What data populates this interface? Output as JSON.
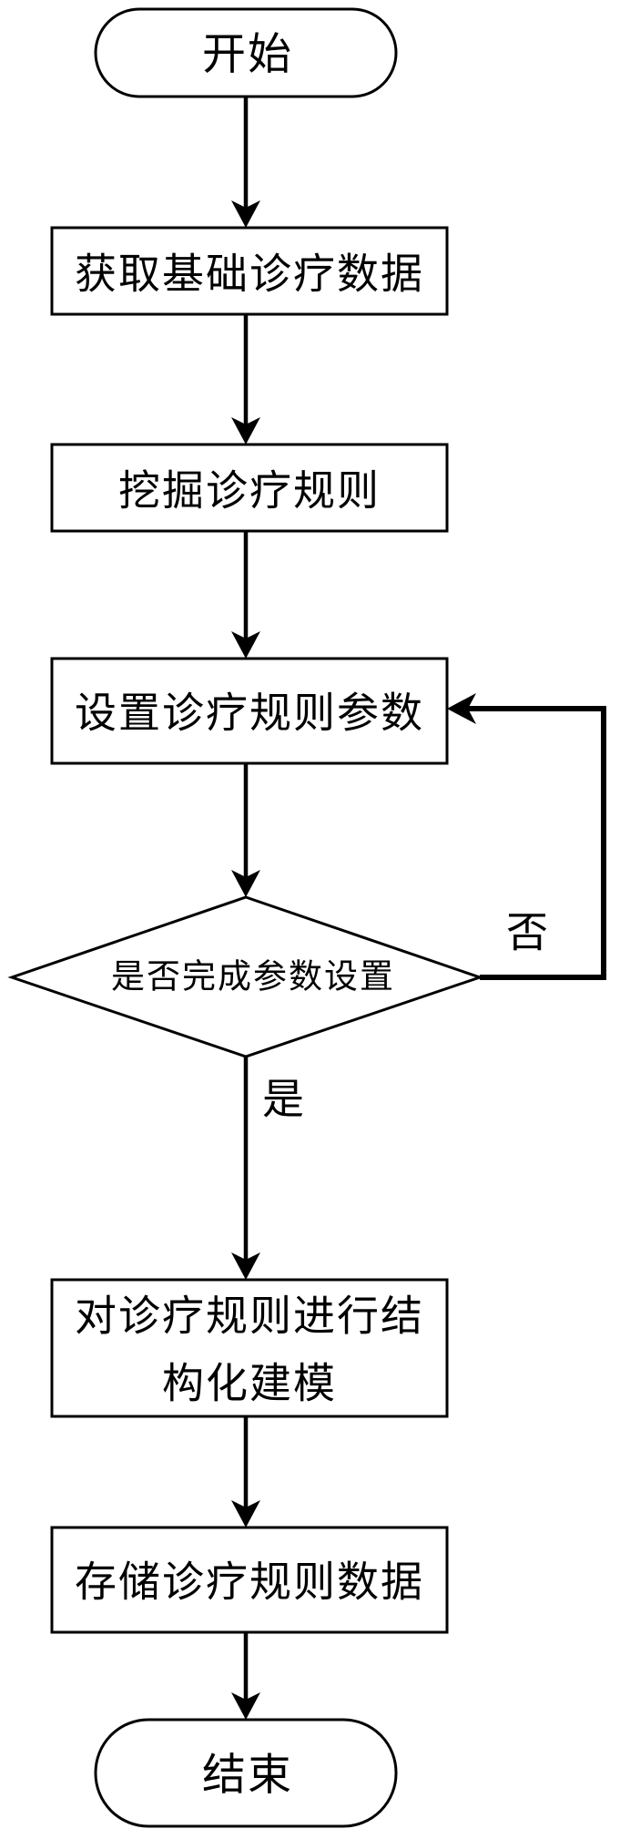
{
  "diagram": {
    "type": "flowchart",
    "colors": {
      "stroke": "#000000",
      "fill": "#ffffff",
      "background": "#ffffff"
    },
    "nodes": {
      "start": {
        "type": "terminator",
        "label": "开始"
      },
      "acquire_data": {
        "type": "process",
        "label": "获取基础诊疗数据"
      },
      "mine_rules": {
        "type": "process",
        "label": "挖掘诊疗规则"
      },
      "set_params": {
        "type": "process",
        "label": "设置诊疗规则参数"
      },
      "check_params_done": {
        "type": "decision",
        "label": "是否完成参数设置"
      },
      "structural_modeling": {
        "type": "process",
        "label": "对诊疗规则进行结构化建模",
        "lines": [
          "对诊疗规则进行结",
          "构化建模"
        ]
      },
      "store_data": {
        "type": "process",
        "label": "存储诊疗规则数据"
      },
      "end": {
        "type": "terminator",
        "label": "结束"
      }
    },
    "edges": {
      "no_label": "否",
      "yes_label": "是"
    }
  }
}
